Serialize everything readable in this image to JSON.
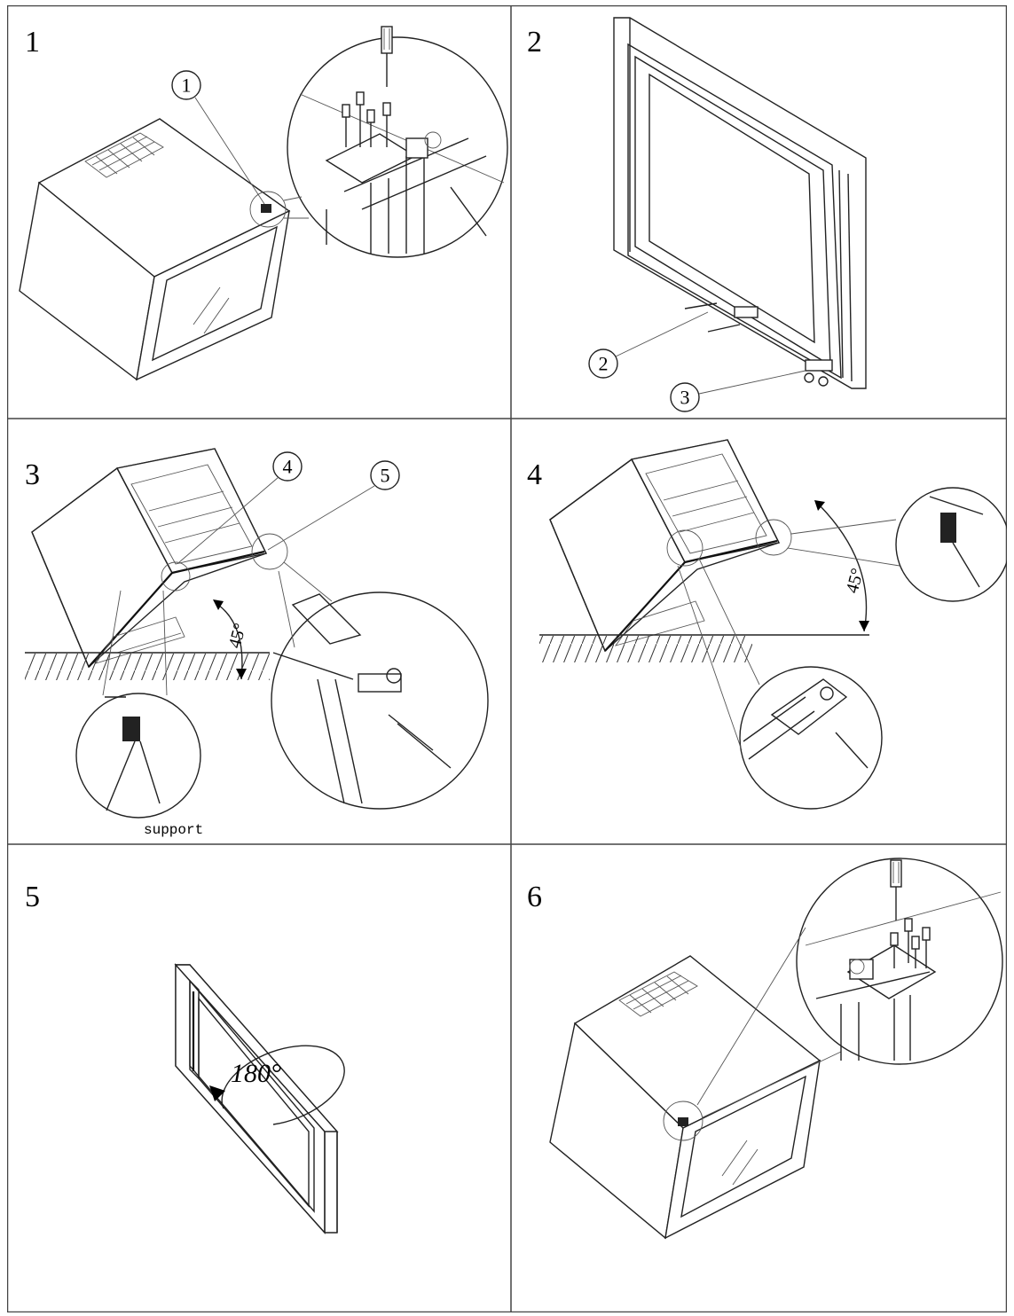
{
  "steps": [
    {
      "number": "1",
      "callouts": [
        "1"
      ]
    },
    {
      "number": "2",
      "callouts": [
        "2",
        "3"
      ]
    },
    {
      "number": "3",
      "callouts": [
        "4",
        "5"
      ],
      "angle": "45°",
      "label": "support"
    },
    {
      "number": "4",
      "angle": "45°"
    },
    {
      "number": "5",
      "angle": "180°"
    },
    {
      "number": "6"
    }
  ],
  "colors": {
    "line": "#222222",
    "background": "#ffffff",
    "frame": "#444444"
  }
}
